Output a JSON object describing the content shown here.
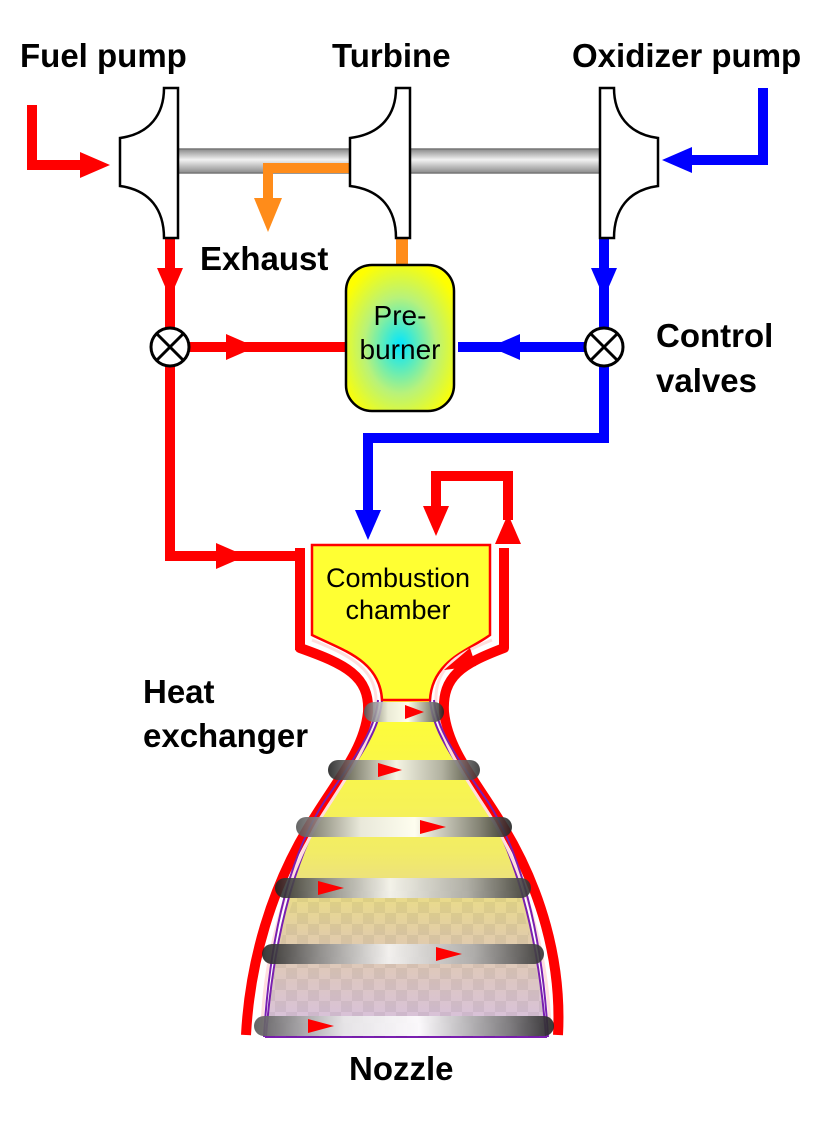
{
  "labels": {
    "fuel_pump": "Fuel pump",
    "turbine": "Turbine",
    "oxidizer_pump": "Oxidizer pump",
    "exhaust": "Exhaust",
    "preburner_line1": "Pre-",
    "preburner_line2": "burner",
    "control_valves_line1": "Control",
    "control_valves_line2": "valves",
    "combustion_line1": "Combustion",
    "combustion_line2": "chamber",
    "heat_exchanger_line1": "Heat",
    "heat_exchanger_line2": "exchanger",
    "nozzle": "Nozzle"
  },
  "colors": {
    "fuel": "#ff0000",
    "oxidizer": "#0000ff",
    "exhaust": "#ff8c1a",
    "shaft": "#b0b0b0",
    "chamber_fill": "#ffff33",
    "nozzle_bottom_fill": "#d8c0e8",
    "preburner_gradient": [
      "#00e5ff",
      "#ffff00"
    ]
  },
  "icons": [
    "valve-cross-icon"
  ]
}
